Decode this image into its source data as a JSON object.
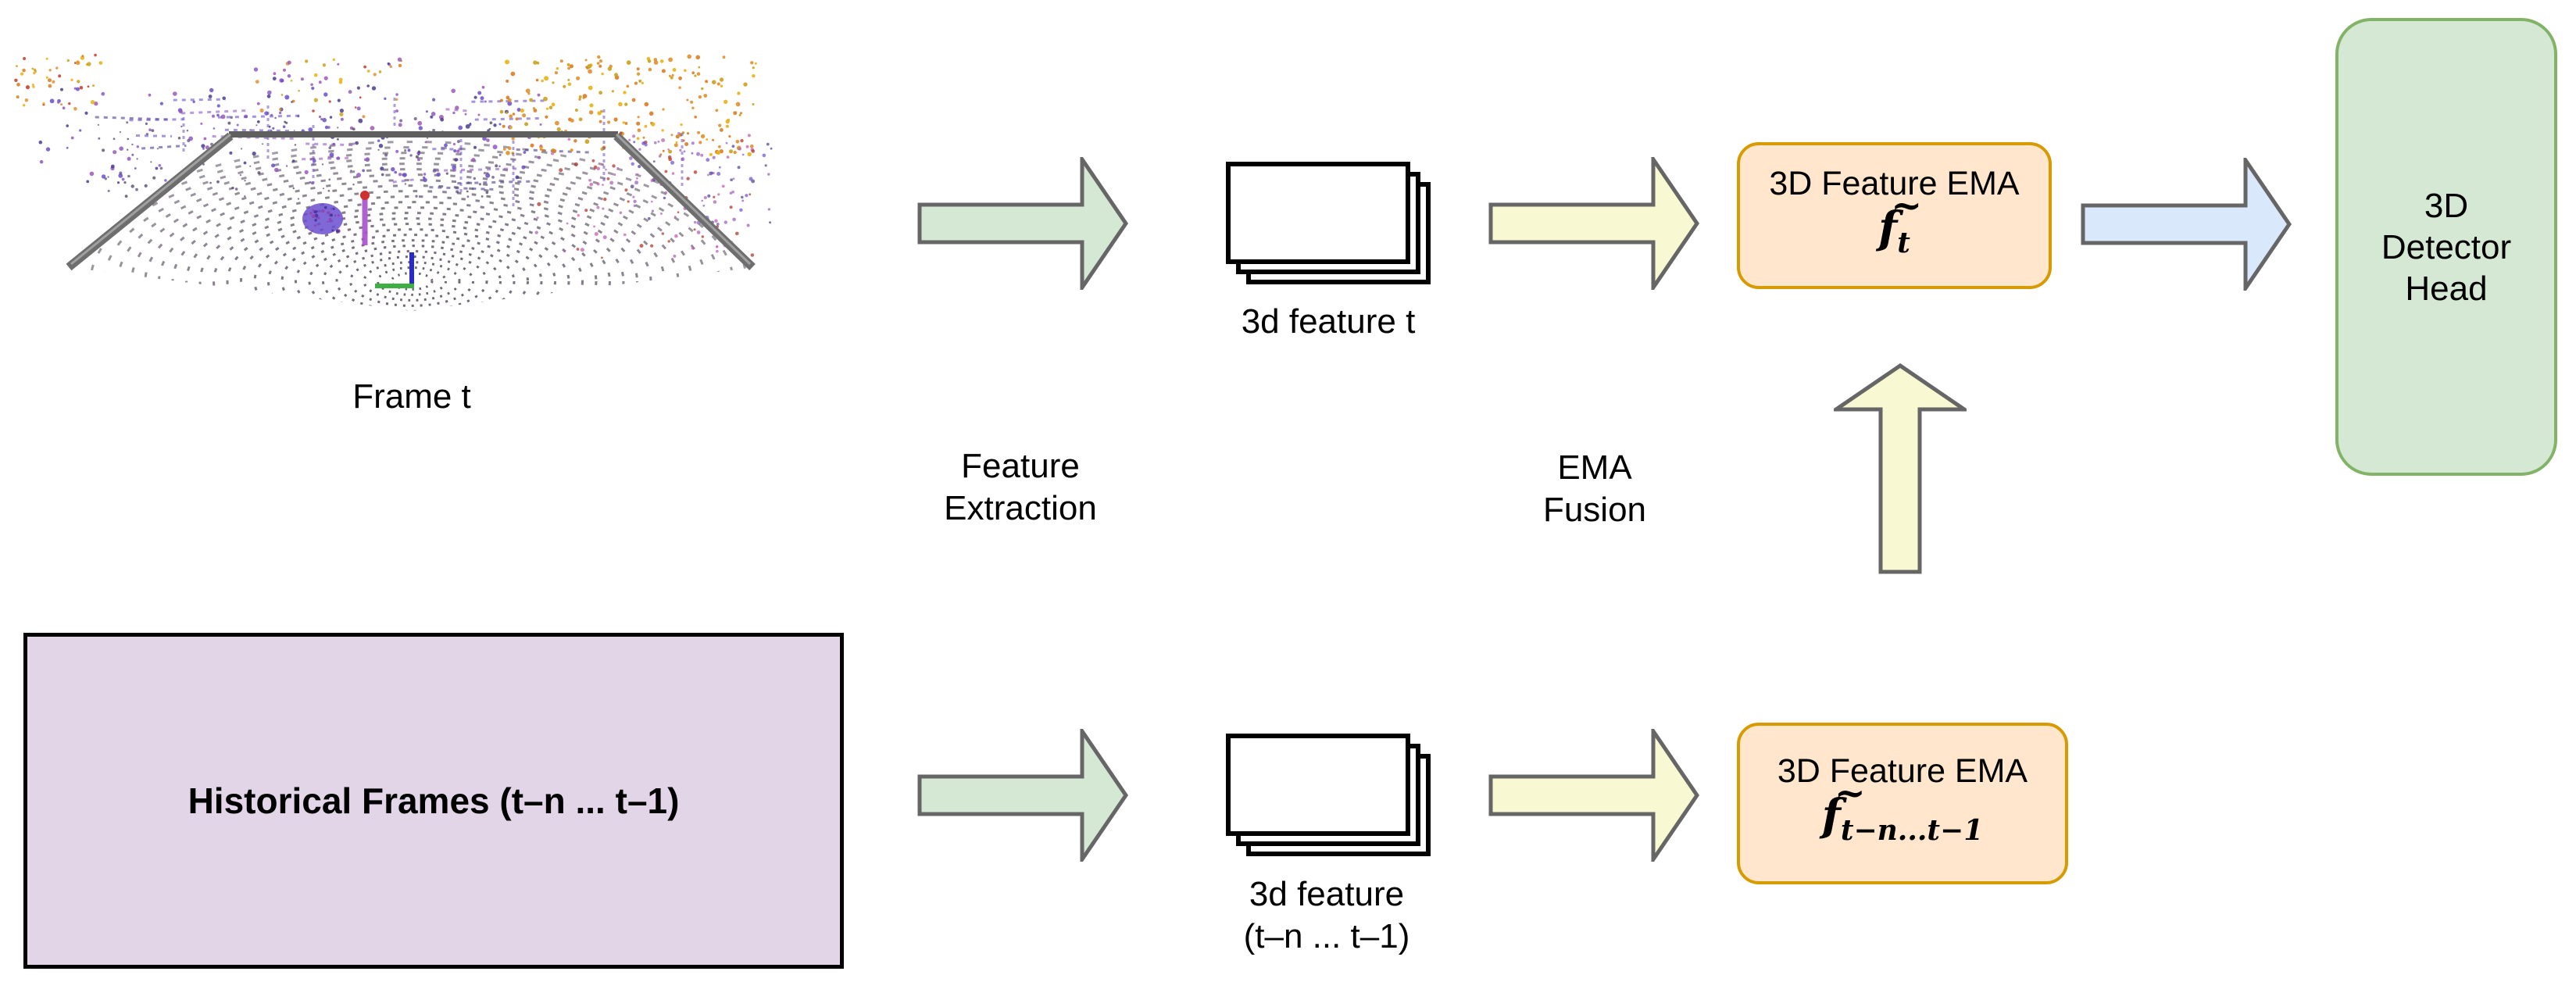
{
  "colors": {
    "background": "#ffffff",
    "text": "#000000",
    "arrow_stroke": "#666666",
    "green_fill": "#d5e8d4",
    "green_border": "#82b366",
    "yellow_fill": "#f8f8d2",
    "blue_fill": "#dae8fc",
    "orange_fill": "#ffe6cc",
    "orange_border": "#d79b00",
    "purple_fill": "#e1d5e7",
    "purple_border": "#000000",
    "stack_fill": "#ffffff",
    "stack_border": "#000000"
  },
  "pointcloud": {
    "caption": "Frame t"
  },
  "historical": {
    "label": "Historical Frames (t–n ... t–1)"
  },
  "process_labels": {
    "feature_extraction_line1": "Feature",
    "feature_extraction_line2": "Extraction",
    "ema_fusion_line1": "EMA",
    "ema_fusion_line2": "Fusion"
  },
  "features": {
    "top_caption": "3d feature t",
    "bottom_caption_line1": "3d feature",
    "bottom_caption_line2": "(t–n ... t–1)"
  },
  "ema_top": {
    "title": "3D Feature EMA",
    "f": "f",
    "tilde": "~",
    "sub": "t"
  },
  "ema_bottom": {
    "title": "3D Feature EMA",
    "f": "f",
    "tilde": "~",
    "sub": "t−n...t−1"
  },
  "detector": {
    "line1": "3D",
    "line2": "Detector",
    "line3": "Head"
  }
}
